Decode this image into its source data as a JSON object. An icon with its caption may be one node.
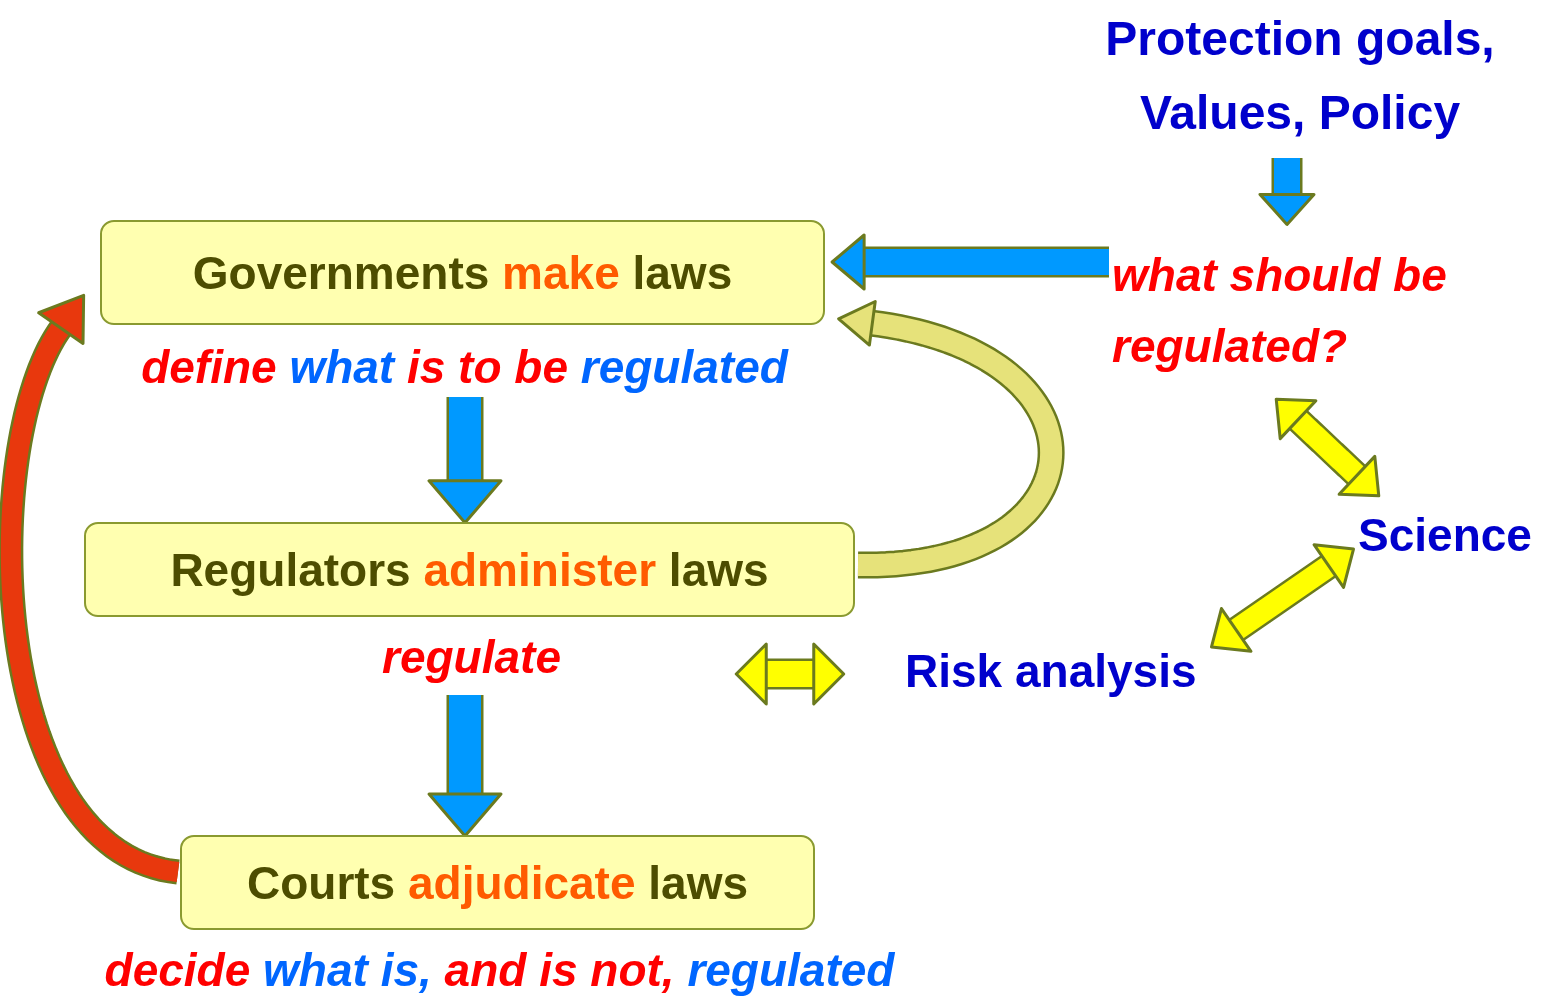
{
  "diagram": {
    "nodes": [
      {
        "text": [
          "Governments **make** laws"
        ],
        "beside": [
          "define **what** is to be **regulated**"
        ]
      },
      {
        "text": [
          "Regulators **administer** laws"
        ],
        "beside": [
          "regulate"
        ]
      },
      {
        "text": [
          "Courts **adjudicate** laws"
        ],
        "beside": [
          "decide **what is,** and is not, **regulated**"
        ]
      },
      {
        "text": [
          "Protection goals, Values, Policy"
        ]
      },
      {
        "text": [
          "what should be regulated?"
        ]
      },
      {
        "text": [
          "Science"
        ]
      },
      {
        "text": [
          "Risk analysis"
        ]
      }
    ],
    "edges": [
      {
        "from": 0,
        "to": 1,
        "arrow": "to"
      },
      {
        "from": 1,
        "to": 2,
        "arrow": "to"
      },
      {
        "from": 2,
        "to": 0,
        "arrow": "to",
        "color": "#e8380d"
      },
      {
        "from": 3,
        "to": 4,
        "arrow": "to"
      },
      {
        "from": 4,
        "to": 0,
        "arrow": "to"
      },
      {
        "from": 1,
        "to": 0,
        "arrow": "to",
        "color": "#e6e27a"
      },
      {
        "from": 4,
        "to": 5,
        "arrow": "both",
        "color": "#ffff00"
      },
      {
        "from": 5,
        "to": 6,
        "arrow": "both",
        "color": "#ffff00"
      },
      {
        "from": 1,
        "to": 6,
        "arrow": "both",
        "color": "#ffff00"
      }
    ]
  }
}
